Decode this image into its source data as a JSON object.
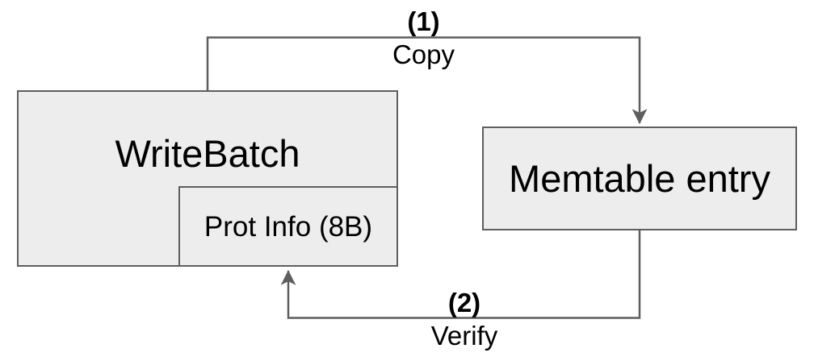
{
  "diagram": {
    "colors": {
      "stroke": "#5e5e5e",
      "box_fill": "#ededed",
      "text": "#000000",
      "background": "#ffffff"
    },
    "nodes": {
      "writebatch": {
        "label": "WriteBatch"
      },
      "prot_info": {
        "label": "Prot Info (8B)"
      },
      "memtable": {
        "label": "Memtable entry"
      }
    },
    "edges": {
      "copy": {
        "number": "(1)",
        "label": "Copy",
        "from": "WriteBatch",
        "to": "Memtable entry"
      },
      "verify": {
        "number": "(2)",
        "label": "Verify",
        "from": "Memtable entry",
        "to": "Prot Info (8B)"
      }
    }
  }
}
